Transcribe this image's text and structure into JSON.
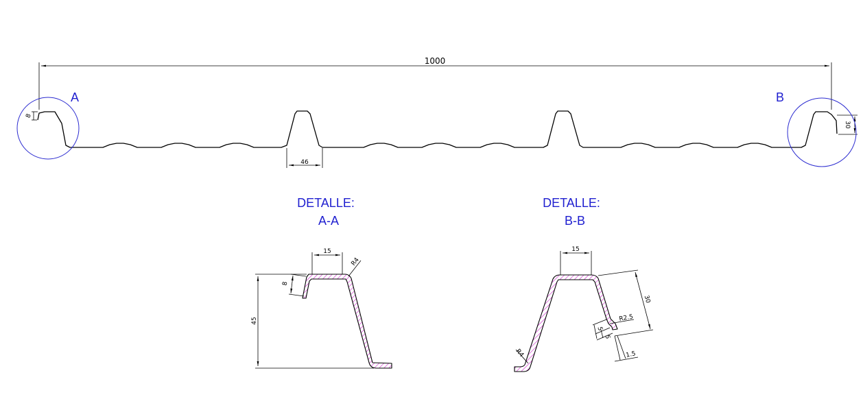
{
  "colors": {
    "ink": "#000000",
    "annotation": "#2020d0",
    "hatch": "#d040d0"
  },
  "main": {
    "overall_width": "1000",
    "rib_base": "46",
    "end_a_height": "8",
    "end_b_height": "30",
    "marker_a": "A",
    "marker_b": "B"
  },
  "detail_a": {
    "title_line1": "DETALLE:",
    "title_line2": "A-A",
    "top_width": "15",
    "radius": "R4",
    "lip": "8",
    "height": "45"
  },
  "detail_b": {
    "title_line1": "DETALLE:",
    "title_line2": "B-B",
    "top_width": "15",
    "depth": "30",
    "radius_small": "R2.5",
    "step_1": "5",
    "step_2": "5",
    "offset": "1.5",
    "radius": "R4"
  }
}
